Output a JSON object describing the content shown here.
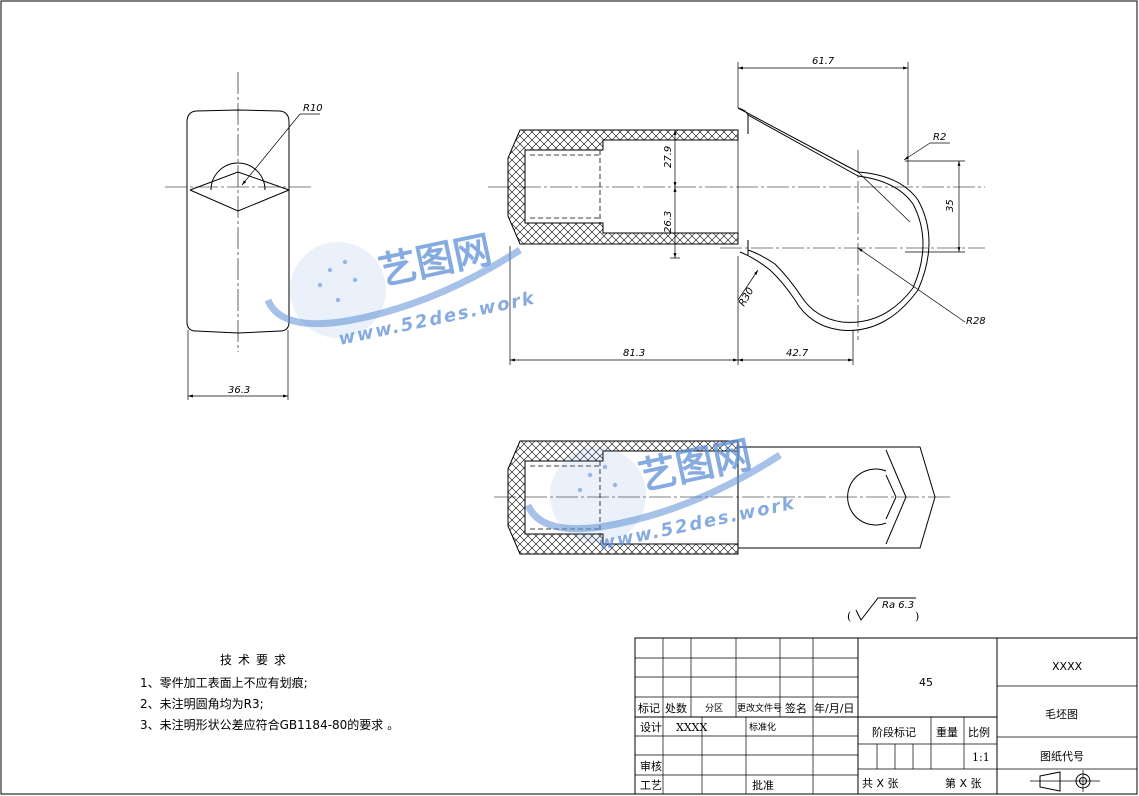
{
  "dimensions": {
    "d_61_7": "61.7",
    "d_r2": "R2",
    "d_r10": "R10",
    "d_27_9": "27.9",
    "d_26_3": "26.3",
    "d_35": "35",
    "d_r30": "R30",
    "d_r28": "R28",
    "d_81_3": "81.3",
    "d_42_7": "42.7",
    "d_36_3": "36.3"
  },
  "surface_finish": "Ra 6.3",
  "watermark": {
    "name_cn": "艺图网",
    "url": "www.52des.work",
    "color": "#5d8fd6"
  },
  "notes": {
    "title": "技术要求",
    "items": [
      "1、零件加工表面上不应有划痕;",
      "2、未注明圆角均为R3;",
      "3、未注明形状公差应符合GB1184-80的要求 。"
    ]
  },
  "title_block": {
    "material": "45",
    "company": "XXXX",
    "drawing_name": "毛坯图",
    "drawing_no_label": "图纸代号",
    "mark": "标记",
    "count": "处数",
    "zone": "分区",
    "change_doc": "更改文件号",
    "sign": "签名",
    "date": "年/月/日",
    "design": "设计",
    "designer": "XXXX",
    "standardize": "标准化",
    "stage_mark": "阶段标记",
    "weight": "重量",
    "scale_label": "比例",
    "scale": "1:1",
    "review": "审核",
    "process": "工艺",
    "approve": "批准",
    "total": "共 X 张",
    "sheet": "第 X 张"
  }
}
